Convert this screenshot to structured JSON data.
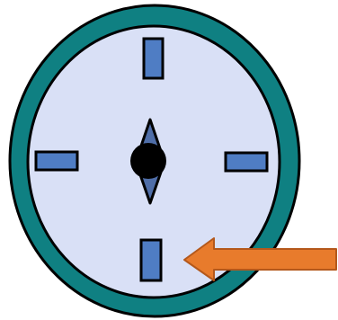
{
  "colors": {
    "background": "#ffffff",
    "rim": "#0f8082",
    "face": "#d9e0f6",
    "outline": "#000000",
    "marker": "#4f7dc4",
    "needle": "#4f6ea8",
    "hub": "#000000",
    "arrow": "#e87b2c",
    "arrow_edge": "#b4581b"
  },
  "icons": {
    "dial": "compass-dial-icon",
    "needle": "needle-icon",
    "pointer": "arrow-left-icon"
  },
  "markers": [
    "top",
    "right",
    "bottom",
    "left"
  ],
  "highlighted_marker": "bottom"
}
